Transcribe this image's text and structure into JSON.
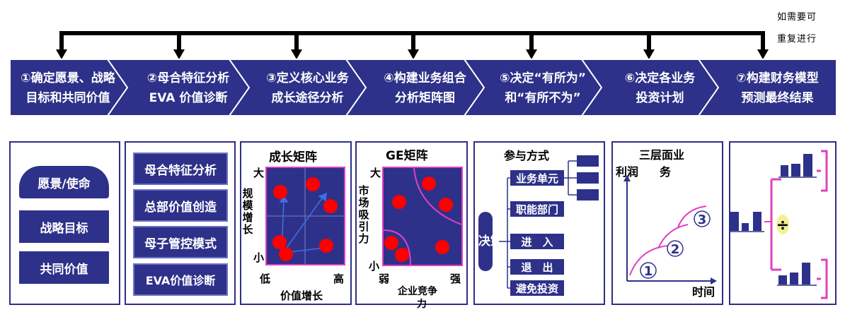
{
  "note": {
    "line1": "如需要可",
    "line2": "重复进行"
  },
  "steps": [
    {
      "line1": "①确定愿景、战略",
      "line2": "目标和共同价值"
    },
    {
      "line1": "②母合特征分析",
      "line2": "EVA 价值诊断"
    },
    {
      "line1": "③定义核心业务",
      "line2": "成长途径分析"
    },
    {
      "line1": "④构建业务组合",
      "line2": "分析矩阵图"
    },
    {
      "line1": "⑤决定“有所为”",
      "line2": "和“有所不为”"
    },
    {
      "line1": "⑥决定各业务",
      "line2": "投资计划"
    },
    {
      "line1": "⑦构建财务模型",
      "line2": "预测最终结果"
    }
  ],
  "panel1": {
    "items": [
      "愿景/使命",
      "战略目标",
      "共同价值"
    ]
  },
  "panel2": {
    "items": [
      "母合特征分析",
      "总部价值创造",
      "母子管控模式",
      "EVA价值诊断"
    ]
  },
  "panel3": {
    "title": "成长矩阵",
    "y_high": "大",
    "y_low": "小",
    "y_label": "规模增长",
    "x_low": "低",
    "x_high": "高",
    "x_label": "价值增长"
  },
  "panel4": {
    "title": "GE矩阵",
    "y_high": "大",
    "y_low": "小",
    "y_label": "市场吸引力",
    "x_low": "弱",
    "x_high": "强",
    "x_label_1": "企业竞争",
    "x_label_2": "力"
  },
  "panel5": {
    "title": "参与方式",
    "decision": "决策",
    "options": [
      "业务单元",
      "职能部门",
      "进　入",
      "退　出",
      "避免投资"
    ]
  },
  "panel6": {
    "title_1": "三层面业",
    "title_2": "务",
    "y_label": "利润",
    "x_label": "时间",
    "markers": [
      "1",
      "2",
      "3"
    ]
  },
  "panel7": {
    "operator": "÷"
  },
  "colors": {
    "navy": "#2e3189",
    "red": "#ff0000",
    "magenta": "#e040c0",
    "blue_arrow": "#3c6fe0"
  }
}
